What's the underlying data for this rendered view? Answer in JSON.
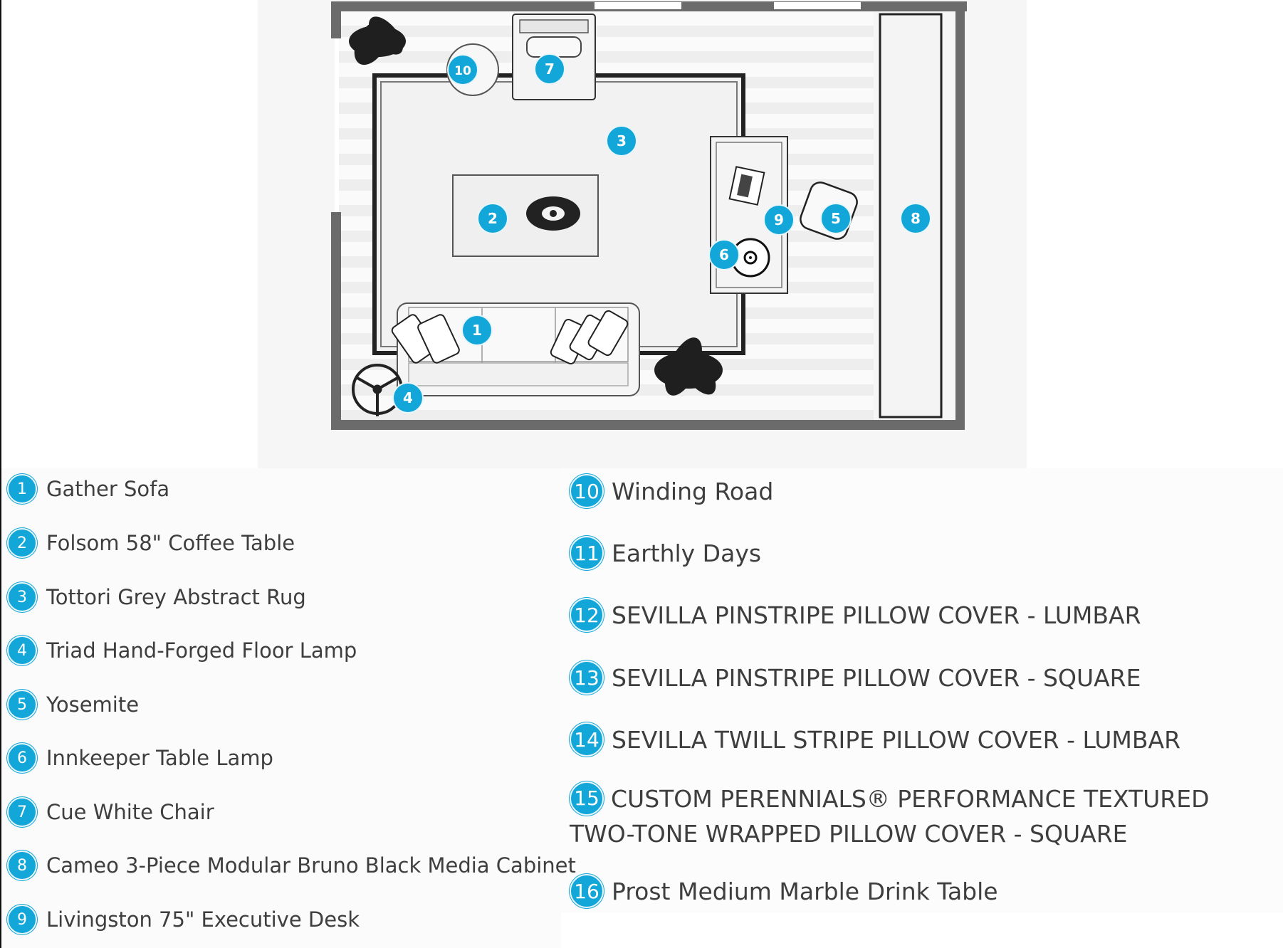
{
  "colors": {
    "accent": "#13a6d8",
    "wall": "#6b6b6b",
    "text": "#3e3e3e"
  },
  "plan_markers": [
    "1",
    "2",
    "3",
    "4",
    "5",
    "6",
    "7",
    "8",
    "9",
    "10"
  ],
  "legend_left": [
    {
      "num": "1",
      "label": "Gather Sofa"
    },
    {
      "num": "2",
      "label": "Folsom 58\" Coffee Table"
    },
    {
      "num": "3",
      "label": "Tottori Grey Abstract Rug"
    },
    {
      "num": "4",
      "label": "Triad Hand-Forged Floor Lamp"
    },
    {
      "num": "5",
      "label": "Yosemite"
    },
    {
      "num": "6",
      "label": "Innkeeper Table Lamp"
    },
    {
      "num": "7",
      "label": "Cue White Chair"
    },
    {
      "num": "8",
      "label": "Cameo 3-Piece Modular Bruno Black Media Cabinet"
    },
    {
      "num": "9",
      "label": "Livingston 75\" Executive Desk"
    }
  ],
  "legend_right": [
    {
      "num": "10",
      "label": "Winding Road"
    },
    {
      "num": "11",
      "label": "Earthly Days"
    },
    {
      "num": "12",
      "label": "SEVILLA PINSTRIPE PILLOW COVER - LUMBAR"
    },
    {
      "num": "13",
      "label": "SEVILLA PINSTRIPE PILLOW COVER - SQUARE"
    },
    {
      "num": "14",
      "label": "SEVILLA TWILL STRIPE PILLOW COVER - LUMBAR"
    },
    {
      "num": "15",
      "label": "CUSTOM PERENNIALS® PERFORMANCE TEXTURED TWO-TONE WRAPPED PILLOW COVER - SQUARE"
    },
    {
      "num": "16",
      "label": "Prost Medium Marble Drink Table"
    }
  ]
}
